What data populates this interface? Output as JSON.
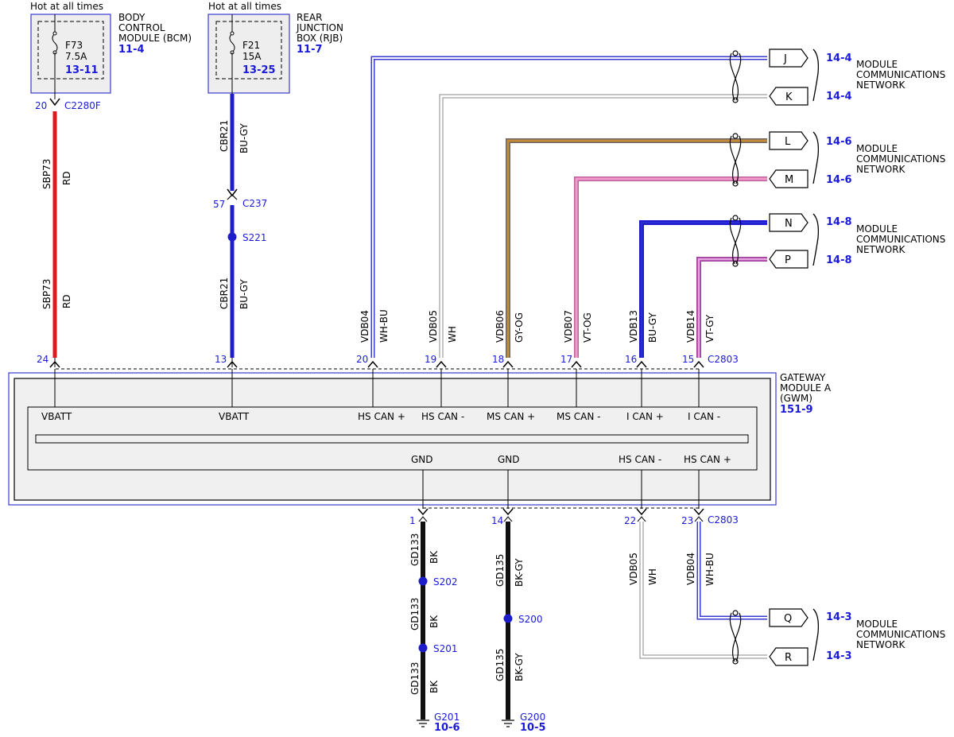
{
  "fuses": [
    {
      "hot": "Hot at all times",
      "name": "F73",
      "amp": "7.5A",
      "ref": "13-11",
      "module_lines": [
        "BODY",
        "CONTROL",
        "MODULE (BCM)"
      ],
      "module_ref": "11-4"
    },
    {
      "hot": "Hot at all times",
      "name": "F21",
      "amp": "15A",
      "ref": "13-25",
      "module_lines": [
        "REAR",
        "JUNCTION",
        "BOX (RJB)"
      ],
      "module_ref": "11-7"
    }
  ],
  "bcm_pin": {
    "pin": "20",
    "conn": "C2280F"
  },
  "rjb_pin": {
    "pin": "57",
    "conn": "C237"
  },
  "splices": {
    "s221": "S221",
    "s202": "S202",
    "s201": "S201",
    "s200": "S200"
  },
  "top_wires": [
    {
      "circuit": "SBP73",
      "color": "RD",
      "pin": "24"
    },
    {
      "circuit": "CBR21",
      "color": "BU-GY",
      "pin": "13"
    },
    {
      "circuit": "VDB04",
      "color": "WH-BU",
      "pin": "20"
    },
    {
      "circuit": "VDB05",
      "color": "WH",
      "pin": "19"
    },
    {
      "circuit": "VDB06",
      "color": "GY-OG",
      "pin": "18"
    },
    {
      "circuit": "VDB07",
      "color": "VT-OG",
      "pin": "17"
    },
    {
      "circuit": "VDB13",
      "color": "BU-GY",
      "pin": "16"
    },
    {
      "circuit": "VDB14",
      "color": "VT-GY",
      "pin": "15"
    }
  ],
  "top_wire_upper": [
    {
      "circuit": "SBP73",
      "color": "RD"
    },
    {
      "circuit": "CBR21",
      "color": "BU-GY"
    }
  ],
  "gwm_top_conn": "C2803",
  "gwm_bottom_conn": "C2803",
  "gwm": {
    "lines": [
      "GATEWAY",
      "MODULE A",
      "(GWM)"
    ],
    "ref": "151-9"
  },
  "gwm_top_labels": [
    "VBATT",
    "VBATT",
    "HS CAN +",
    "HS CAN -",
    "MS CAN +",
    "MS CAN -",
    "I CAN +",
    "I CAN -"
  ],
  "gwm_bottom_labels": [
    "GND",
    "GND",
    "HS CAN -",
    "HS CAN +"
  ],
  "bottom_wires": [
    {
      "pin": "1",
      "segments": [
        {
          "circuit": "GD133",
          "color": "BK"
        },
        {
          "circuit": "GD133",
          "color": "BK"
        },
        {
          "circuit": "GD133",
          "color": "BK"
        }
      ],
      "ground": "G201",
      "ground_ref": "10-6"
    },
    {
      "pin": "14",
      "segments": [
        {
          "circuit": "GD135",
          "color": "BK-GY"
        },
        {
          "circuit": "GD135",
          "color": "BK-GY"
        }
      ],
      "ground": "G200",
      "ground_ref": "10-5"
    },
    {
      "pin": "22",
      "segments": [
        {
          "circuit": "VDB05",
          "color": "WH"
        }
      ]
    },
    {
      "pin": "23",
      "segments": [
        {
          "circuit": "VDB04",
          "color": "WH-BU"
        }
      ]
    }
  ],
  "connectors": [
    {
      "letter": "J",
      "ref": "14-4"
    },
    {
      "letter": "K",
      "ref": "14-4"
    },
    {
      "letter": "L",
      "ref": "14-6"
    },
    {
      "letter": "M",
      "ref": "14-6"
    },
    {
      "letter": "N",
      "ref": "14-8"
    },
    {
      "letter": "P",
      "ref": "14-8"
    },
    {
      "letter": "Q",
      "ref": "14-3"
    },
    {
      "letter": "R",
      "ref": "14-3"
    }
  ],
  "network_label": [
    "MODULE",
    "COMMUNICATIONS",
    "NETWORK"
  ],
  "colors": {
    "red": "#e0181b",
    "blue": "#1d1dcc",
    "orange": "#c98a37",
    "pink": "#ec7fb6",
    "violet": "#cf7fcf",
    "black": "#111111",
    "ref_blue": "#1a1adc"
  }
}
